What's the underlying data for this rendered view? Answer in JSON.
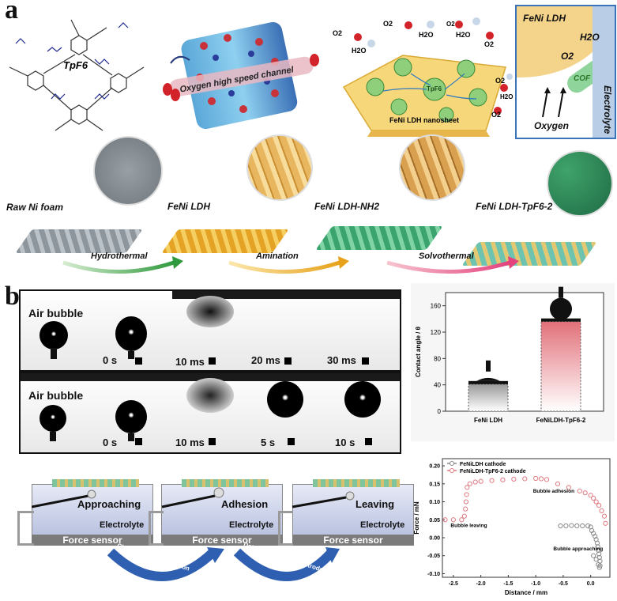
{
  "panel_a": {
    "letter": "a",
    "molecule_label": "TpF6",
    "channel_label": "Oxygen high speed channel",
    "nanosheet_label": "FeNi LDH nanosheet",
    "center_label": "TpF6",
    "gas_labels": [
      "O2",
      "H2O",
      "O2",
      "H2O",
      "H2O",
      "O2",
      "O2",
      "O2",
      "H2O",
      "O2"
    ],
    "inset": {
      "title": "FeNi LDH",
      "o2": "O2",
      "h2o": "H2O",
      "cof": "COF",
      "electrolyte": "Electrolyte",
      "oxygen": "Oxygen"
    },
    "stages": [
      "Raw Ni foam",
      "FeNi LDH",
      "FeNi LDH-NH2",
      "FeNi LDH-TpF6-2"
    ],
    "steps": [
      "Hydrothermal",
      "Amination",
      "Solvothermal"
    ]
  },
  "panel_b": {
    "letter": "b",
    "rows": [
      {
        "label": "Air bubble",
        "times": [
          "0 s",
          "10 ms",
          "20 ms",
          "30 ms"
        ]
      },
      {
        "label": "Air bubble",
        "times": [
          "0 s",
          "10 ms",
          "5 s",
          "10 s"
        ]
      }
    ],
    "cells": [
      {
        "action": "Approaching",
        "electrolyte": "Electrolyte",
        "sensor": "Force sensor"
      },
      {
        "action": "Adhesion",
        "electrolyte": "Electrolyte",
        "sensor": "Force sensor"
      },
      {
        "action": "Leaving",
        "electrolyte": "Electrolyte",
        "sensor": "Force sensor"
      }
    ],
    "transitions": [
      "Change moving direction",
      "Detaches from air electrode"
    ]
  },
  "chart_data": [
    {
      "type": "bar",
      "categories": [
        "FeNi LDH",
        "FeNiLDH-TpF6-2"
      ],
      "values": [
        41,
        136
      ],
      "ylabel": "Contact angle / θ",
      "ylim": [
        0,
        180
      ],
      "yticks": [
        0,
        40,
        80,
        120,
        160
      ],
      "colors": [
        "#9a9a9a",
        "#e2707a"
      ]
    },
    {
      "type": "scatter",
      "xlabel": "Distance / mm",
      "ylabel": "Force / mN",
      "xlim": [
        -2.7,
        0.35
      ],
      "ylim": [
        -0.11,
        0.22
      ],
      "xticks": [
        -2.5,
        -2.0,
        -1.5,
        -1.0,
        -0.5,
        0.0
      ],
      "xtick_labels": [
        "-2.5",
        "-2.0",
        "-1.5",
        "-1.0",
        "-0.5",
        "0.0"
      ],
      "yticks": [
        -0.1,
        -0.05,
        0.0,
        0.05,
        0.1,
        0.15,
        0.2
      ],
      "ytick_labels": [
        "-0.10",
        "-0.05",
        "0.00",
        "0.05",
        "0.10",
        "0.15",
        "0.20"
      ],
      "legend": "top-left",
      "annotations": [
        "Bubble leaving",
        "Bubble adhesion",
        "Bubble approaching"
      ],
      "series": [
        {
          "name": "FeNiLDH cathode",
          "color": "#8a8a8a",
          "x": [
            -0.55,
            -0.45,
            -0.35,
            -0.25,
            -0.15,
            -0.05,
            0.0,
            0.02,
            0.05,
            0.08,
            0.1,
            0.12,
            0.13,
            0.14,
            0.15,
            0.16,
            0.17,
            0.17,
            0.16,
            0.14,
            0.1,
            0.05
          ],
          "y": [
            0.033,
            0.033,
            0.034,
            0.033,
            0.033,
            0.033,
            0.03,
            0.02,
            0.012,
            0.004,
            -0.005,
            -0.015,
            -0.025,
            -0.035,
            -0.045,
            -0.055,
            -0.065,
            -0.078,
            -0.083,
            -0.075,
            -0.06,
            -0.05
          ]
        },
        {
          "name": "FeNiLDH-TpF6-2 cathode",
          "color": "#e07a82",
          "x": [
            -2.65,
            -2.5,
            -2.35,
            -2.3,
            -2.28,
            -2.27,
            -2.26,
            -2.25,
            -2.2,
            -2.1,
            -2.0,
            -1.8,
            -1.6,
            -1.4,
            -1.2,
            -1.0,
            -0.9,
            -0.8,
            -0.6,
            -0.4,
            -0.2,
            -0.1,
            0.0,
            0.05,
            0.1,
            0.15,
            0.2,
            0.25,
            0.27
          ],
          "y": [
            0.05,
            0.05,
            0.05,
            0.06,
            0.08,
            0.1,
            0.12,
            0.14,
            0.15,
            0.155,
            0.157,
            0.159,
            0.161,
            0.163,
            0.164,
            0.165,
            0.164,
            0.162,
            0.15,
            0.14,
            0.13,
            0.125,
            0.118,
            0.11,
            0.1,
            0.09,
            0.075,
            0.06,
            0.04
          ]
        }
      ]
    }
  ]
}
